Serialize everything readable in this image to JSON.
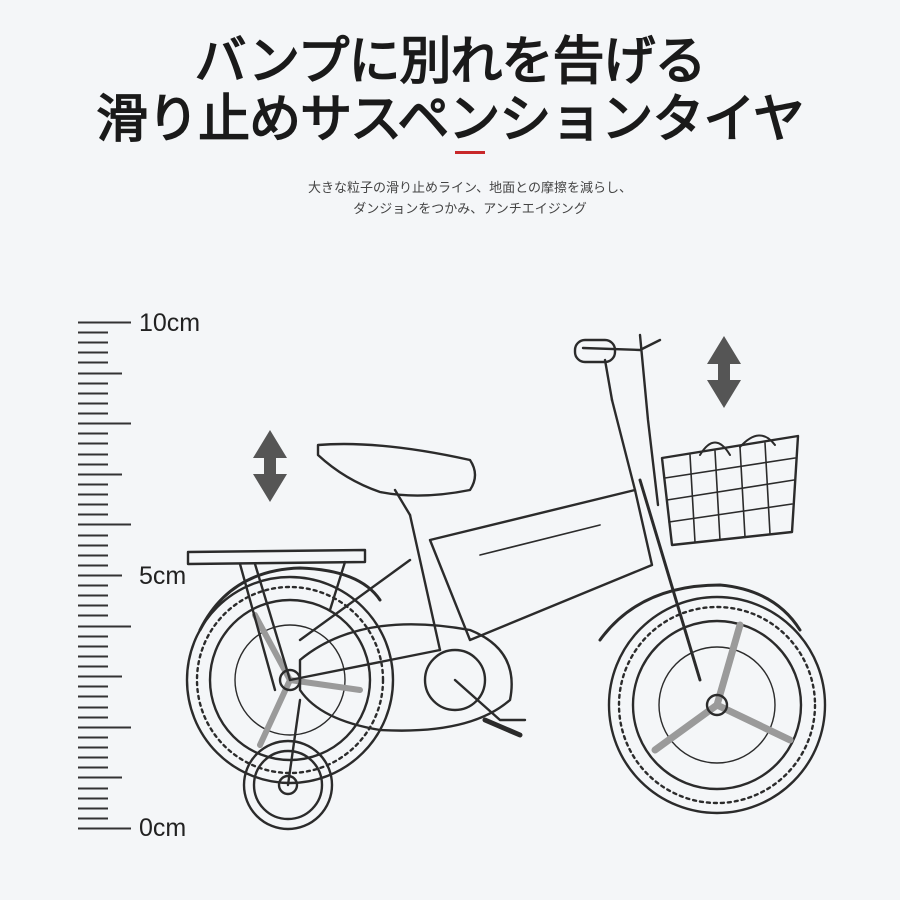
{
  "headline": {
    "line1": "バンプに別れを告げる",
    "line2": "滑り止めサスペンションタイヤ"
  },
  "subtext": {
    "line1": "大きな粒子の滑り止めライン、地面との摩擦を減らし、",
    "line2": "ダンジョンをつかみ、アンチエイジング"
  },
  "ruler": {
    "labels": {
      "top": "10cm",
      "middle": "5cm",
      "bottom": "0cm"
    }
  },
  "illustration": {
    "subject": "kids-bicycle-with-training-wheels-and-basket",
    "arrows": [
      "up-down-arrow-icon",
      "up-down-arrow-icon"
    ]
  },
  "colors": {
    "background": "#f4f6f8",
    "text": "#1a1a1a",
    "accent": "#c8282a",
    "line_art": "#2b2b2b",
    "arrow": "#555555"
  }
}
